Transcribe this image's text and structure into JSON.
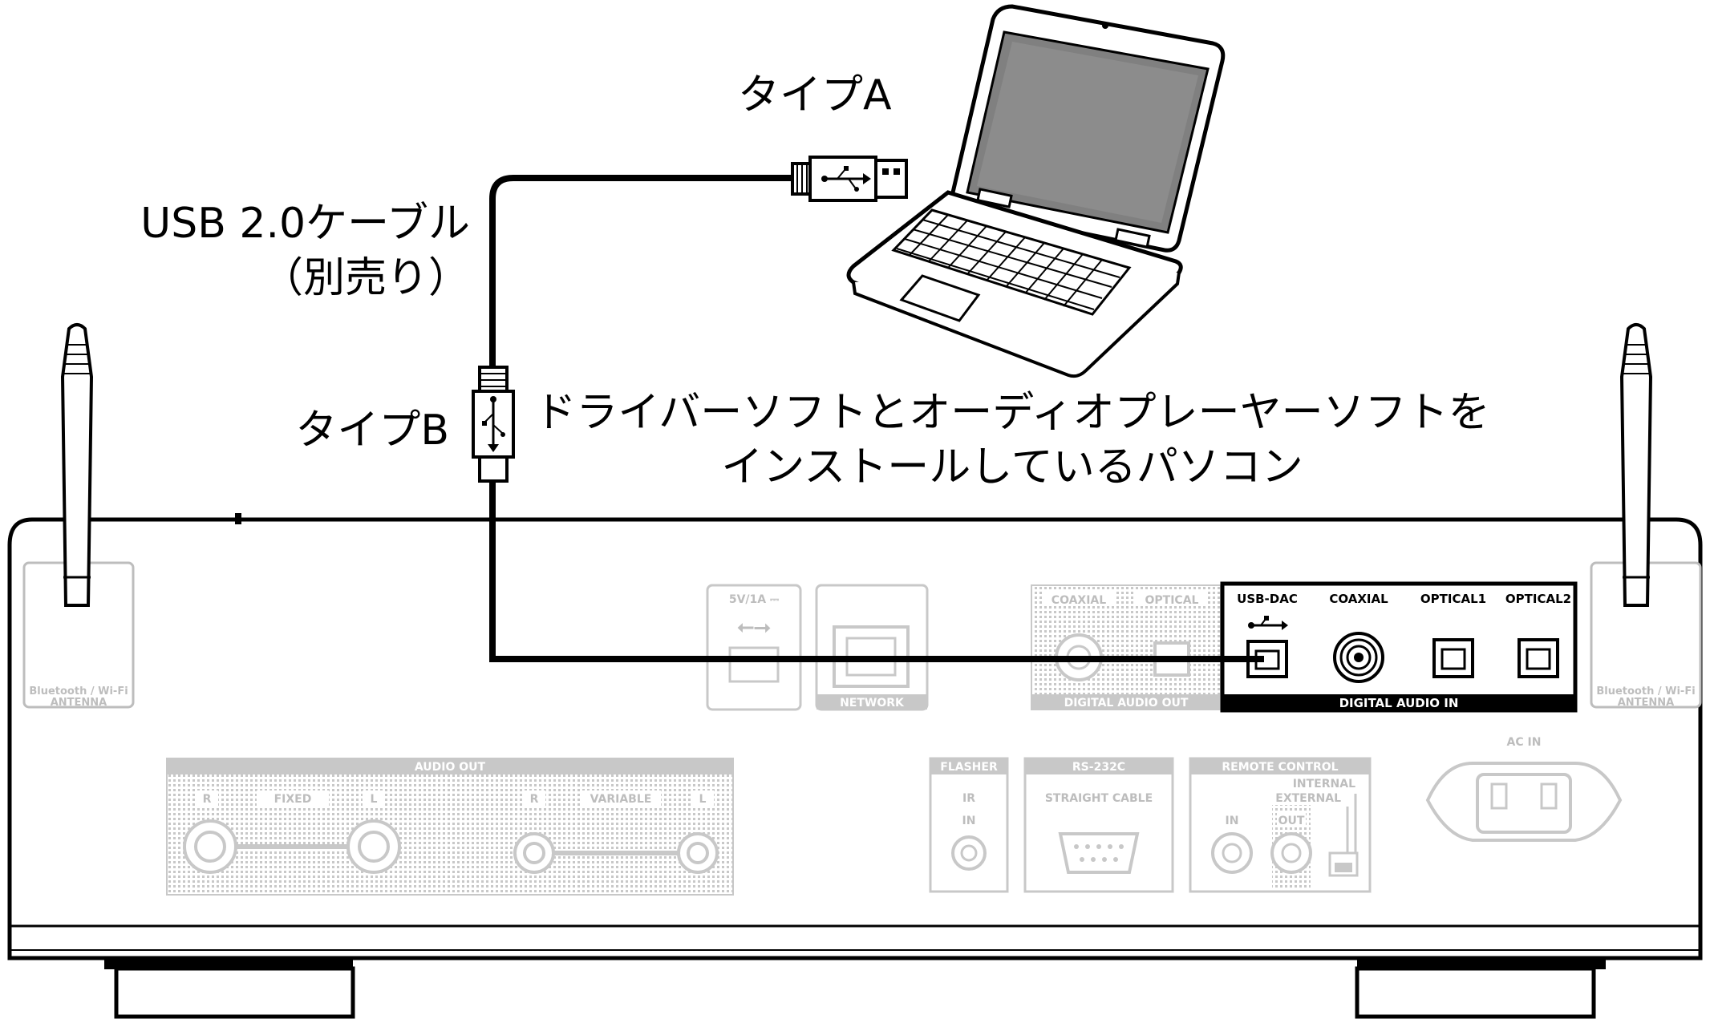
{
  "callouts": {
    "type_a": "タイプA",
    "usb_cable_line1": "USB 2.0ケーブル",
    "usb_cable_line2": "（別売り）",
    "type_b": "タイプB",
    "pc_line1": "ドライバーソフトとオーディオプレーヤーソフトを",
    "pc_line2": "インストールしているパソコン"
  },
  "panel": {
    "antenna_left": {
      "line1": "Bluetooth / Wi-Fi",
      "line2": "ANTENNA"
    },
    "antenna_right": {
      "line1": "Bluetooth / Wi-Fi",
      "line2": "ANTENNA"
    },
    "usb_power": "5V/1A ⎓",
    "network": "NETWORK",
    "digital_out": {
      "coaxial": "COAXIAL",
      "optical": "OPTICAL",
      "title": "DIGITAL AUDIO OUT"
    },
    "digital_in": {
      "usb_dac": "USB-DAC",
      "coaxial": "COAXIAL",
      "optical1": "OPTICAL1",
      "optical2": "OPTICAL2",
      "title": "DIGITAL AUDIO IN"
    },
    "audio_out": {
      "title": "AUDIO OUT",
      "fixed": "FIXED",
      "variable": "VARIABLE",
      "r": "R",
      "l": "L"
    },
    "flasher": {
      "title": "FLASHER",
      "ir": "IR",
      "in": "IN"
    },
    "rs232c": {
      "title": "RS-232C",
      "cable": "STRAIGHT CABLE"
    },
    "remote": {
      "title": "REMOTE CONTROL",
      "internal": "INTERNAL",
      "external": "EXTERNAL",
      "in": "IN",
      "out": "OUT"
    },
    "ac_in": "AC IN"
  }
}
